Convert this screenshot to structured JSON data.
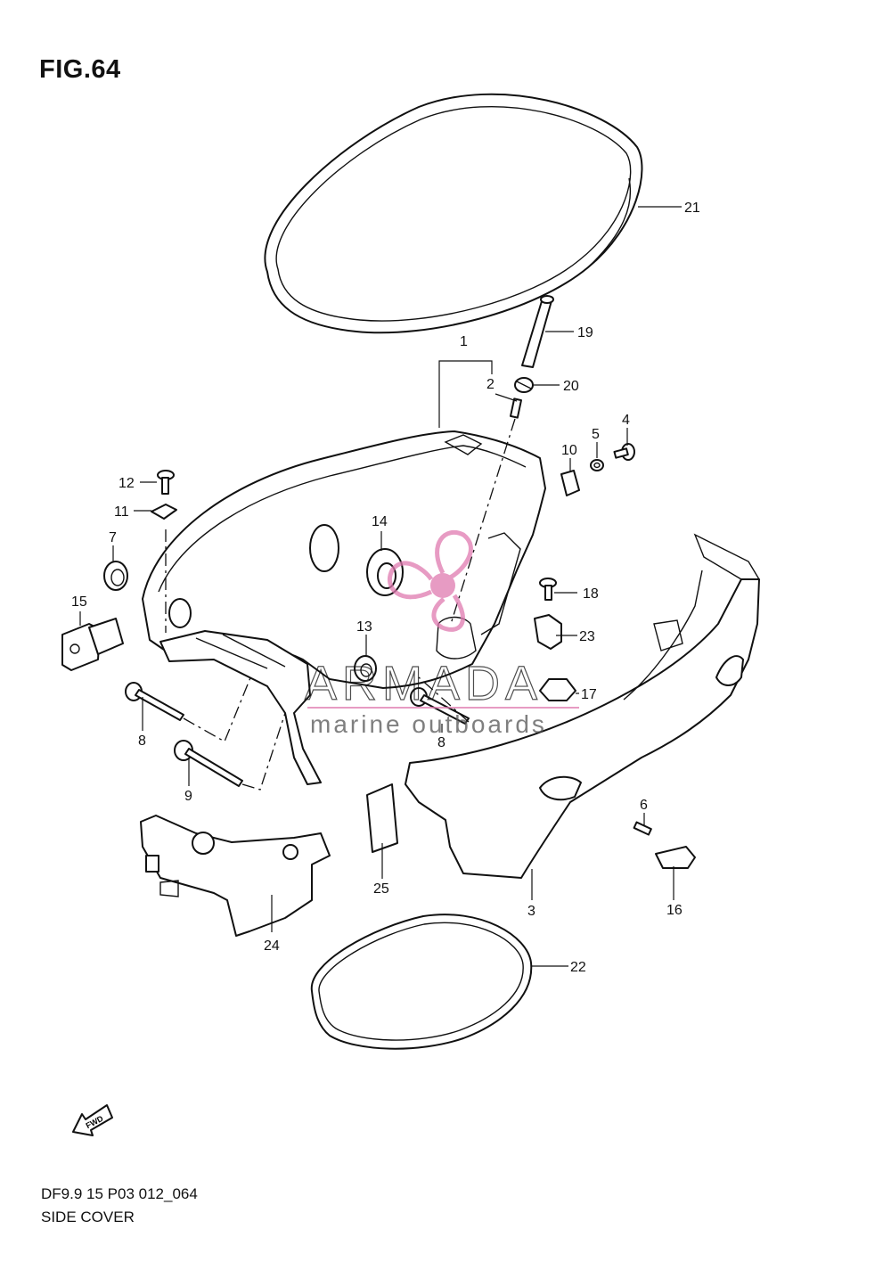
{
  "figure": {
    "title": "FIG.64",
    "code": "DF9.9 15 P03 012_064",
    "caption": "SIDE COVER",
    "fwd_label": "FWD"
  },
  "watermark": {
    "brand": "ARMADA",
    "tagline": "marine outboards",
    "color": "#e07ab0"
  },
  "callouts": {
    "p1": "1",
    "p2": "2",
    "p3": "3",
    "p4": "4",
    "p5": "5",
    "p6": "6",
    "p7": "7",
    "p8a": "8",
    "p8b": "8",
    "p9": "9",
    "p10": "10",
    "p11": "11",
    "p12": "12",
    "p13": "13",
    "p14": "14",
    "p15": "15",
    "p16": "16",
    "p17": "17",
    "p18": "18",
    "p19": "19",
    "p20": "20",
    "p21": "21",
    "p22": "22",
    "p23": "23",
    "p24": "24",
    "p25": "25"
  }
}
